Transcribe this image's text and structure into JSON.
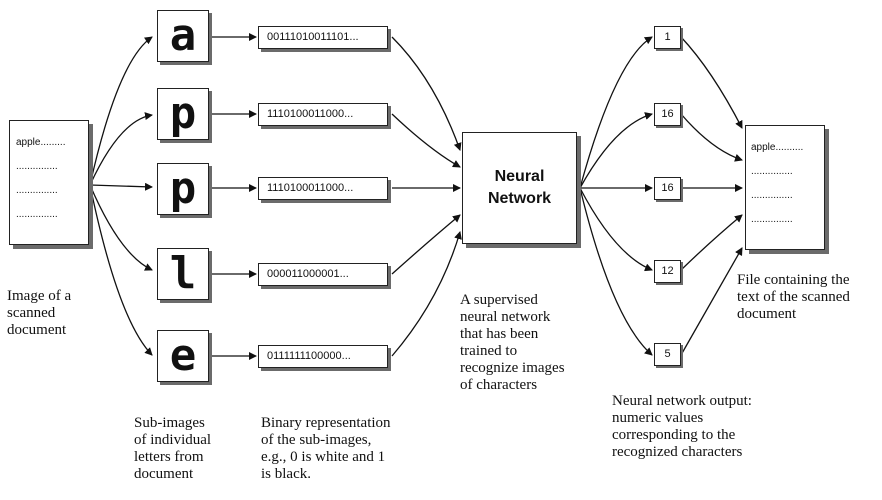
{
  "documents": {
    "scanned_lines": [
      "apple.........",
      "...............",
      "...............",
      "..............."
    ],
    "output_lines": [
      "apple..........",
      "...............",
      "...............",
      "..............."
    ]
  },
  "letters": [
    "a",
    "p",
    "p",
    "l",
    "e"
  ],
  "binaries": [
    "00111010011101...",
    "1110100011000...",
    "1110100011000...",
    "000011000001...",
    "0111111100000..."
  ],
  "neural_network": {
    "line1": "Neural",
    "line2": "Network"
  },
  "outputs": [
    "1",
    "16",
    "16",
    "12",
    "5"
  ],
  "captions": {
    "scanned": "Image of a\nscanned\ndocument",
    "subimages": "Sub-images\nof individual\nletters from\ndocument",
    "binary": "Binary representation\nof the sub-images,\ne.g., 0 is white and 1\nis black.",
    "network": "A supervised\nneural network\nthat has been\ntrained to\nrecognize images\nof characters",
    "output": "Neural network output:\nnumeric values\ncorresponding to the\nrecognized characters",
    "file": "File containing the\ntext of the scanned\ndocument"
  }
}
